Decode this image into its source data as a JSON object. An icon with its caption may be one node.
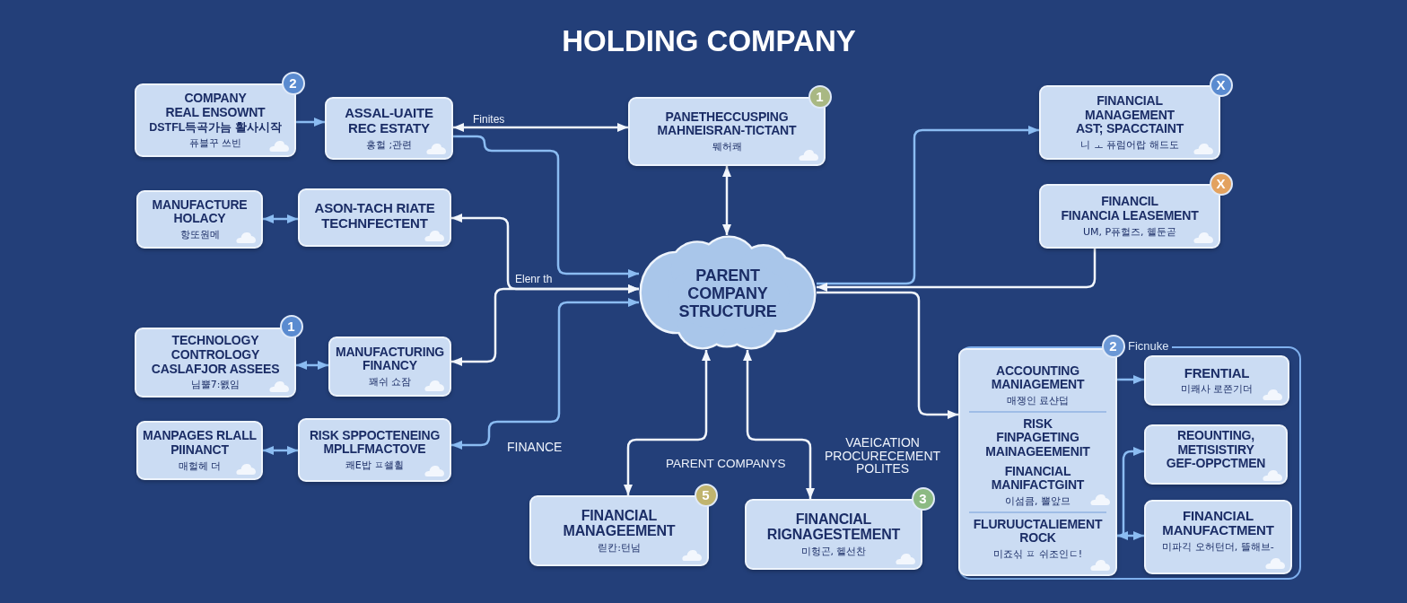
{
  "diagram": {
    "title": "HOLDING COMPANY",
    "nodes": [
      {
        "text": [
          "COMPANY REAL ENSOWNT",
          "DSTFL득곡가늠 활사시작",
          "퓨블꾸 쓰빈"
        ],
        "beside": [
          "2"
        ]
      },
      {
        "text": [
          "ASSAL-UAITE REC ESTATY",
          "홍헐 ;관련"
        ]
      },
      {
        "text": [
          "PANETHECCUSPING MAHNEISRAN-TICTANT",
          "뭬허쾌"
        ],
        "beside": [
          "1"
        ]
      },
      {
        "text": [
          "FINANCIAL MANAGEMENT AST; SPACCTAINT",
          "니 ㅗ 퓨럼어랍 해드도"
        ],
        "beside": [
          "X"
        ]
      },
      {
        "text": [
          "MANUFACTURE HOLACY",
          "항또원메"
        ]
      },
      {
        "text": [
          "ASON-TACH RIATE TECHNFECTENT"
        ]
      },
      {
        "text": [
          "FINANCIL FINANCIA LEASEMENT",
          "UM, P퓨헐즈, 혤둔곧"
        ],
        "beside": [
          "X"
        ]
      },
      {
        "text": [
          "PARENT COMPANY STRUCTURE"
        ]
      },
      {
        "text": [
          "TECHNOLOGY CONTROLOGY CASLAFJOR ASSEES",
          "님뿔7:뫬임"
        ],
        "beside": [
          "1"
        ]
      },
      {
        "text": [
          "MANUFACTURING FINANCY",
          "꽤쉬 쇼잠"
        ]
      },
      {
        "text": [
          "MANPAGES RLALL PIINANCT",
          "매헐헤 더"
        ]
      },
      {
        "text": [
          "RISK SPPOCTENEING MPLLFMACTOVE",
          "쾌E밥 ㅍ쇌휠"
        ]
      },
      {
        "text": [
          "FINANCIAL MANAGEEMENT",
          "릳칸:턴넘"
        ],
        "beside": [
          "5"
        ]
      },
      {
        "text": [
          "FINANCIAL RIGNAGESTEMENT",
          "미헝곤, 헬선찬"
        ],
        "beside": [
          "3"
        ]
      },
      {
        "text": [
          "Ficnuke"
        ]
      },
      {
        "text": [
          "ACCOUNTING MANIAGEMENT",
          "매쟁인 료샨덥",
          "RISK FINPAGETING MAINAGEEMENIT",
          "FINANCIAL MANIFACTGINT",
          "이섬큼, 뽈앞므",
          "FLURUUCTALIEMENT ROCK",
          "미죠싞 ㅍ 쉬조인ㄷ!"
        ],
        "in": 14,
        "beside": [
          "2"
        ]
      },
      {
        "text": [
          "FRENTIAL",
          "미쾌사 로쯘기더"
        ],
        "in": 14
      },
      {
        "text": [
          "REOUNTING, METISISTIRY GEF-OPPCTMEN"
        ],
        "in": 14
      },
      {
        "text": [
          "FINANCIAL MANUFACTMENT",
          "미파긱 오허턴더, 뜰해브-"
        ],
        "in": 14
      }
    ],
    "edges": [
      {
        "from": 0,
        "to": 1,
        "arrow": "to"
      },
      {
        "from": 4,
        "to": 5,
        "arrow": "both"
      },
      {
        "from": 8,
        "to": 9,
        "arrow": "both"
      },
      {
        "from": 10,
        "to": 11,
        "arrow": "both"
      },
      {
        "from": 2,
        "to": 7,
        "arrow": "both",
        "color": "#f2f6fc"
      },
      {
        "from": 1,
        "to": 2,
        "arrow": "both",
        "label": "Finites",
        "color": "#f2f6fc"
      },
      {
        "from": 1,
        "to": 7,
        "arrow": "to"
      },
      {
        "from": 5,
        "to": 7,
        "arrow": "both",
        "label": "Elenr th",
        "color": "#f2f6fc"
      },
      {
        "from": 7,
        "to": 9,
        "arrow": "both",
        "color": "#f2f6fc"
      },
      {
        "from": 7,
        "to": 11,
        "arrow": "both"
      },
      {
        "from": 7,
        "to": 12,
        "arrow": "both",
        "color": "#f2f6fc"
      },
      {
        "from": 7,
        "to": 13,
        "arrow": "both",
        "color": "#f2f6fc"
      },
      {
        "from": 7,
        "to": 3,
        "arrow": "to"
      },
      {
        "from": 6,
        "to": 7,
        "arrow": "to",
        "color": "#f2f6fc"
      },
      {
        "from": 7,
        "to": 15,
        "arrow": "to",
        "color": "#f2f6fc"
      },
      {
        "from": 15,
        "to": 16,
        "arrow": "to"
      },
      {
        "from": 15,
        "to": 17,
        "arrow": "to"
      },
      {
        "from": 15,
        "to": 18,
        "arrow": "both"
      }
    ],
    "labels": [
      "FINANCE",
      "PARENT COMPANYS",
      "VAEICATION PROCURECEMENT POLITES"
    ]
  }
}
